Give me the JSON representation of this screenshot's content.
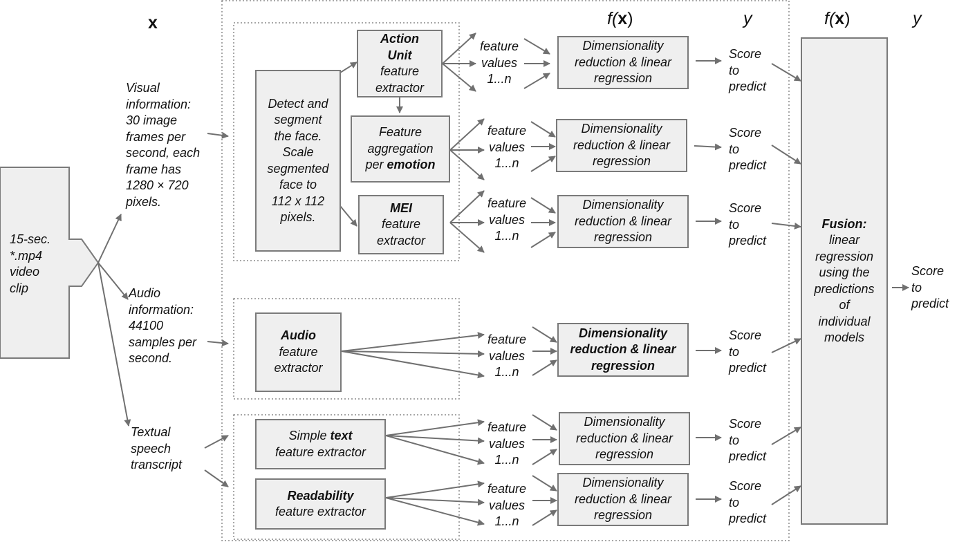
{
  "headers": {
    "x": "x",
    "fx_prefix": "f(",
    "fx_var": "x",
    "fx_suffix": ")",
    "y": "y"
  },
  "input": {
    "line1": "15-sec.",
    "line2": "*.mp4",
    "line3": "video",
    "line4": "clip"
  },
  "modalities": {
    "visual": [
      "Visual",
      "information:",
      "30 image",
      "frames per",
      "second, each",
      "frame has",
      "1280 × 720",
      "pixels."
    ],
    "audio": [
      "Audio",
      "information:",
      "44100",
      "samples per",
      "second."
    ],
    "text": [
      "Textual",
      "speech",
      "transcript"
    ]
  },
  "extractors": {
    "detect_face": [
      "Detect and",
      "segment",
      "the face.",
      "Scale",
      "segmented",
      "face to",
      "112 x 112",
      "pixels."
    ],
    "action_unit": {
      "bold1": "Action",
      "bold2": "Unit",
      "rest1": "feature",
      "rest2": "extractor"
    },
    "feature_aggregation": {
      "line1": "Feature",
      "line2": "aggregation",
      "line3_plain": "per ",
      "line3_bold": "emotion"
    },
    "mei": {
      "bold": "MEI",
      "rest1": "feature",
      "rest2": "extractor"
    },
    "audio": {
      "bold": "Audio",
      "rest1": "feature",
      "rest2": "extractor"
    },
    "simple_text": {
      "plain": "Simple ",
      "bold": "text",
      "rest": "feature extractor"
    },
    "readability": {
      "bold": "Readability",
      "rest": "feature extractor"
    }
  },
  "feature_values": {
    "line1": "feature",
    "line2": "values",
    "line3": "1...n"
  },
  "regression": {
    "line1": "Dimensionality",
    "line2": "reduction & linear",
    "line3": "regression"
  },
  "score": {
    "line1": "Score",
    "line2": "to",
    "line3": "predict"
  },
  "fusion": {
    "title": "Fusion:",
    "body": [
      "linear",
      "regression",
      "using the",
      "predictions",
      "of",
      "individual",
      "models"
    ]
  },
  "final_score": {
    "line1": "Score",
    "line2": "to",
    "line3": "predict"
  },
  "colors": {
    "box_fill": "#efefef",
    "box_border": "#7a7a7a",
    "arrow": "#707070",
    "dotted": "#8a8a8a"
  }
}
